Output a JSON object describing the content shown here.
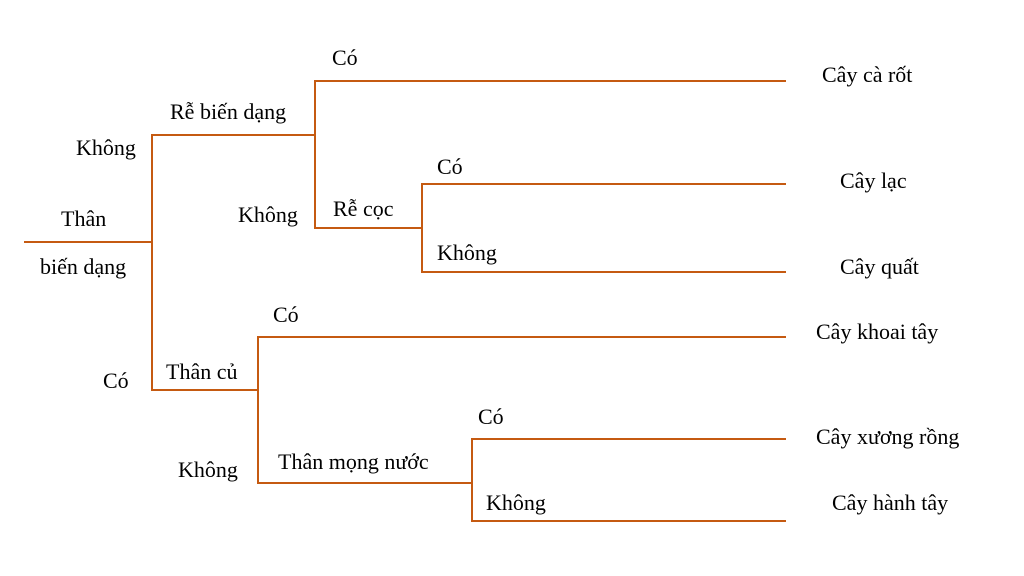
{
  "colors": {
    "line": "#C55A11",
    "text": "#000000",
    "background": "#FFFFFF"
  },
  "root": {
    "label_line1": "Thân",
    "label_line2": "biến dạng"
  },
  "branch_khong": {
    "edge_label": "Không",
    "node_label": "Rễ biến dạng",
    "co_label": "Có",
    "khong_label": "Không",
    "sub_node_label": "Rễ cọc",
    "sub_co_label": "Có",
    "sub_khong_label": "Không"
  },
  "branch_co": {
    "edge_label": "Có",
    "node_label": "Thân củ",
    "co_label": "Có",
    "khong_label": "Không",
    "sub_node_label": "Thân mọng nước",
    "sub_co_label": "Có",
    "sub_khong_label": "Không"
  },
  "leaves": {
    "ca_rot": "Cây cà rốt",
    "lac": "Cây lạc",
    "quat": "Cây quất",
    "khoai_tay": "Cây khoai tây",
    "xuong_rong": "Cây xương rồng",
    "hanh_tay": "Cây hành tây"
  }
}
